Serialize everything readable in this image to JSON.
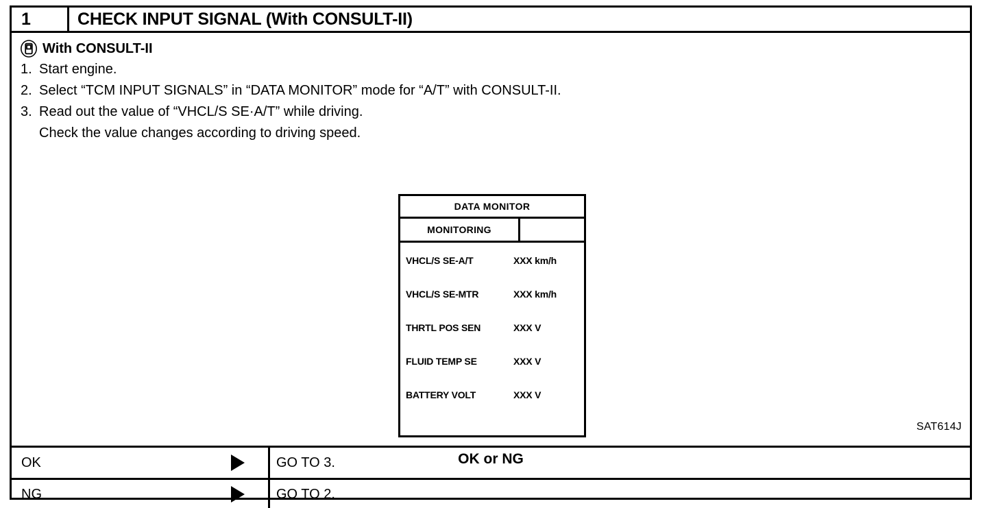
{
  "step": {
    "number": "1",
    "title": "CHECK INPUT SIGNAL (With CONSULT-II)"
  },
  "tool": {
    "icon": "consult-ii-icon",
    "label": "With CONSULT-II"
  },
  "instructions": [
    {
      "num": "1.",
      "text": "Start engine."
    },
    {
      "num": "2.",
      "text": "Select “TCM INPUT SIGNALS” in “DATA MONITOR” mode for “A/T” with CONSULT-II."
    },
    {
      "num": "3.",
      "text": "Read out the value of “VHCL/S SE·A/T” while driving."
    }
  ],
  "instruction_subline": "Check the value changes according to driving speed.",
  "monitor": {
    "title": "DATA MONITOR",
    "subhead_left": "MONITORING",
    "subhead_right": "",
    "rows": [
      {
        "name": "VHCL/S SE-A/T",
        "value": "XXX km/h"
      },
      {
        "name": "VHCL/S SE-MTR",
        "value": "XXX km/h"
      },
      {
        "name": "THRTL POS SEN",
        "value": "XXX V"
      },
      {
        "name": "FLUID TEMP SE",
        "value": "XXX V"
      },
      {
        "name": "BATTERY VOLT",
        "value": "XXX V"
      }
    ]
  },
  "figure_code": "SAT614J",
  "verdict": "OK or NG",
  "results": [
    {
      "label": "OK",
      "arrow": "right-triangle-icon",
      "action": "GO TO 3."
    },
    {
      "label": "NG",
      "arrow": "right-triangle-icon",
      "action": "GO TO 2."
    }
  ]
}
